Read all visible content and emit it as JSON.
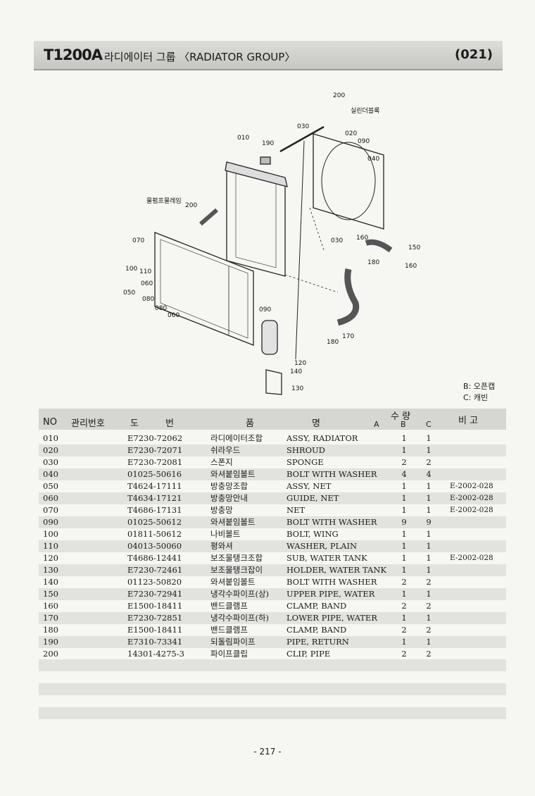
{
  "header": {
    "model": "T1200A",
    "title": "라디에이터 그룹 〈RADIATOR GROUP〉",
    "page_code": "(021)"
  },
  "diagram": {
    "callouts": [
      "200",
      "010",
      "190",
      "030",
      "020",
      "090",
      "040",
      "200",
      "070",
      "100",
      "110",
      "060",
      "050",
      "080",
      "080",
      "060",
      "090",
      "030",
      "160",
      "150",
      "180",
      "160",
      "170",
      "180",
      "120",
      "140",
      "130"
    ],
    "annotations": {
      "cylinder_head": "실린더블록",
      "water_pump": "물펌프물레임"
    }
  },
  "legend": {
    "b": "B: 오픈캡",
    "c": "C: 캐빈"
  },
  "table": {
    "headers": {
      "no": "NO",
      "mgmt": "관리번호",
      "drawing_1": "도",
      "drawing_2": "번",
      "name_1": "품",
      "name_2": "명",
      "qty": "수   량",
      "a": "A",
      "b": "B",
      "c": "C",
      "remarks": "비   고"
    },
    "rows": [
      {
        "no": "010",
        "part": "E7230-72062",
        "kr": "라디에이터조합",
        "en": "ASSY, RADIATOR",
        "b": "1",
        "c": "1",
        "remarks": ""
      },
      {
        "no": "020",
        "part": "E7230-72071",
        "kr": "쉬라우드",
        "en": "SHROUD",
        "b": "1",
        "c": "1",
        "remarks": ""
      },
      {
        "no": "030",
        "part": "E7230-72081",
        "kr": "스폰지",
        "en": "SPONGE",
        "b": "2",
        "c": "2",
        "remarks": ""
      },
      {
        "no": "040",
        "part": "01025-50616",
        "kr": "와셔붙임볼트",
        "en": "BOLT WITH WASHER",
        "b": "4",
        "c": "4",
        "remarks": ""
      },
      {
        "no": "050",
        "part": "T4624-17111",
        "kr": "방충망조합",
        "en": "ASSY, NET",
        "b": "1",
        "c": "1",
        "remarks": "E-2002-028"
      },
      {
        "no": "060",
        "part": "T4634-17121",
        "kr": "방충망안내",
        "en": "GUIDE, NET",
        "b": "1",
        "c": "1",
        "remarks": "E-2002-028"
      },
      {
        "no": "070",
        "part": "T4686-17131",
        "kr": "방충망",
        "en": "NET",
        "b": "1",
        "c": "1",
        "remarks": "E-2002-028"
      },
      {
        "no": "090",
        "part": "01025-50612",
        "kr": "와셔붙임볼트",
        "en": "BOLT WITH WASHER",
        "b": "9",
        "c": "9",
        "remarks": ""
      },
      {
        "no": "100",
        "part": "01811-50612",
        "kr": "나비볼트",
        "en": "BOLT, WING",
        "b": "1",
        "c": "1",
        "remarks": ""
      },
      {
        "no": "110",
        "part": "04013-50060",
        "kr": "평와셔",
        "en": "WASHER, PLAIN",
        "b": "1",
        "c": "1",
        "remarks": ""
      },
      {
        "no": "120",
        "part": "T4686-12441",
        "kr": "보조물탱크조합",
        "en": "SUB, WATER TANK",
        "b": "1",
        "c": "1",
        "remarks": "E-2002-028"
      },
      {
        "no": "130",
        "part": "E7230-72461",
        "kr": "보조물탱크잡이",
        "en": "HOLDER, WATER TANK",
        "b": "1",
        "c": "1",
        "remarks": ""
      },
      {
        "no": "140",
        "part": "01123-50820",
        "kr": "와셔붙임볼트",
        "en": "BOLT WITH WASHER",
        "b": "2",
        "c": "2",
        "remarks": ""
      },
      {
        "no": "150",
        "part": "E7230-72941",
        "kr": "냉각수파이프(상)",
        "en": "UPPER PIPE, WATER",
        "b": "1",
        "c": "1",
        "remarks": ""
      },
      {
        "no": "160",
        "part": "E1500-18411",
        "kr": "밴드클램프",
        "en": "CLAMP, BAND",
        "b": "2",
        "c": "2",
        "remarks": ""
      },
      {
        "no": "170",
        "part": "E7230-72851",
        "kr": "냉각수파이프(하)",
        "en": "LOWER PIPE, WATER",
        "b": "1",
        "c": "1",
        "remarks": ""
      },
      {
        "no": "180",
        "part": "E1500-18411",
        "kr": "밴드클램프",
        "en": "CLAMP, BAND",
        "b": "2",
        "c": "2",
        "remarks": ""
      },
      {
        "no": "190",
        "part": "E7310-73341",
        "kr": "되돌림파이프",
        "en": "PIPE, RETURN",
        "b": "1",
        "c": "1",
        "remarks": ""
      },
      {
        "no": "200",
        "part": "14301-4275-3",
        "kr": "파이프클립",
        "en": "CLIP, PIPE",
        "b": "2",
        "c": "2",
        "remarks": ""
      }
    ]
  },
  "footer": {
    "page": "- 217 -"
  }
}
